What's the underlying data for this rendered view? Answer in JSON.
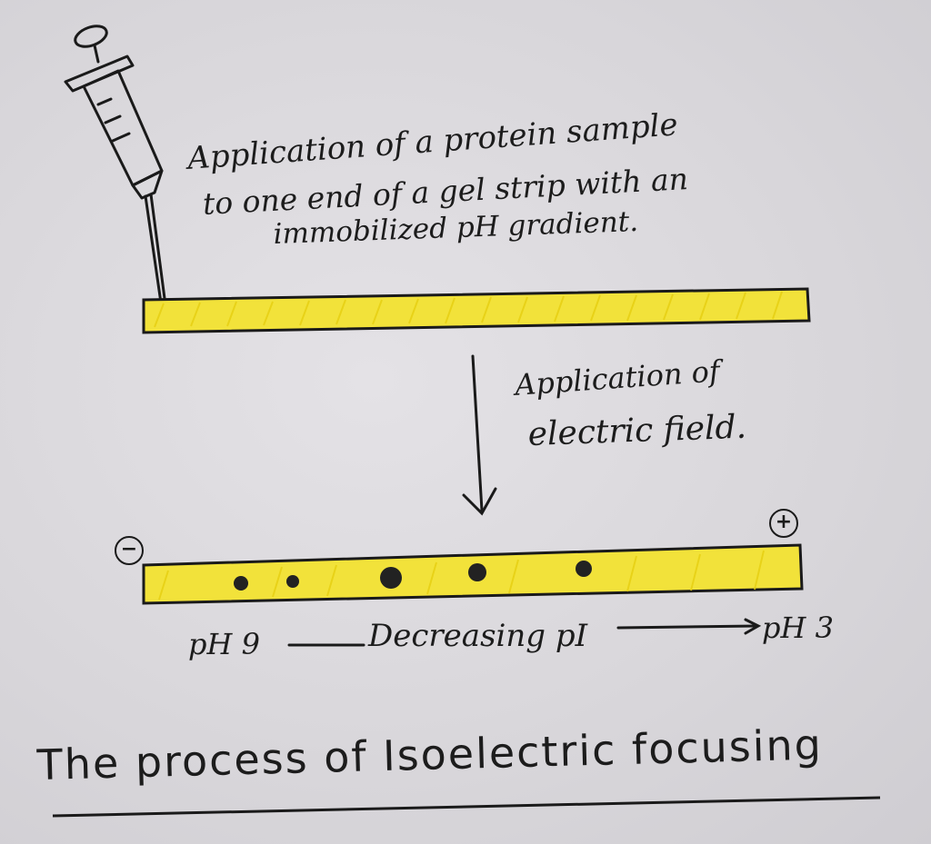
{
  "caption": {
    "line1": "Application of a protein sample",
    "line2": "to one end of a gel strip with an",
    "line3": "immobilized pH gradient."
  },
  "arrow_label": {
    "line1": "Application of",
    "line2": "electric field."
  },
  "electrodes": {
    "negative": "−",
    "positive": "+"
  },
  "ph_axis": {
    "left": "pH 9",
    "middle": "Decreasing pI",
    "right": "pH 3"
  },
  "title": "The process of Isoelectric focusing",
  "colors": {
    "paper": "#dddbe0",
    "gel_yellow": "#f2e23a",
    "ink": "#1a1a1a"
  },
  "icons": [
    "syringe-icon",
    "protein-band-icon"
  ]
}
